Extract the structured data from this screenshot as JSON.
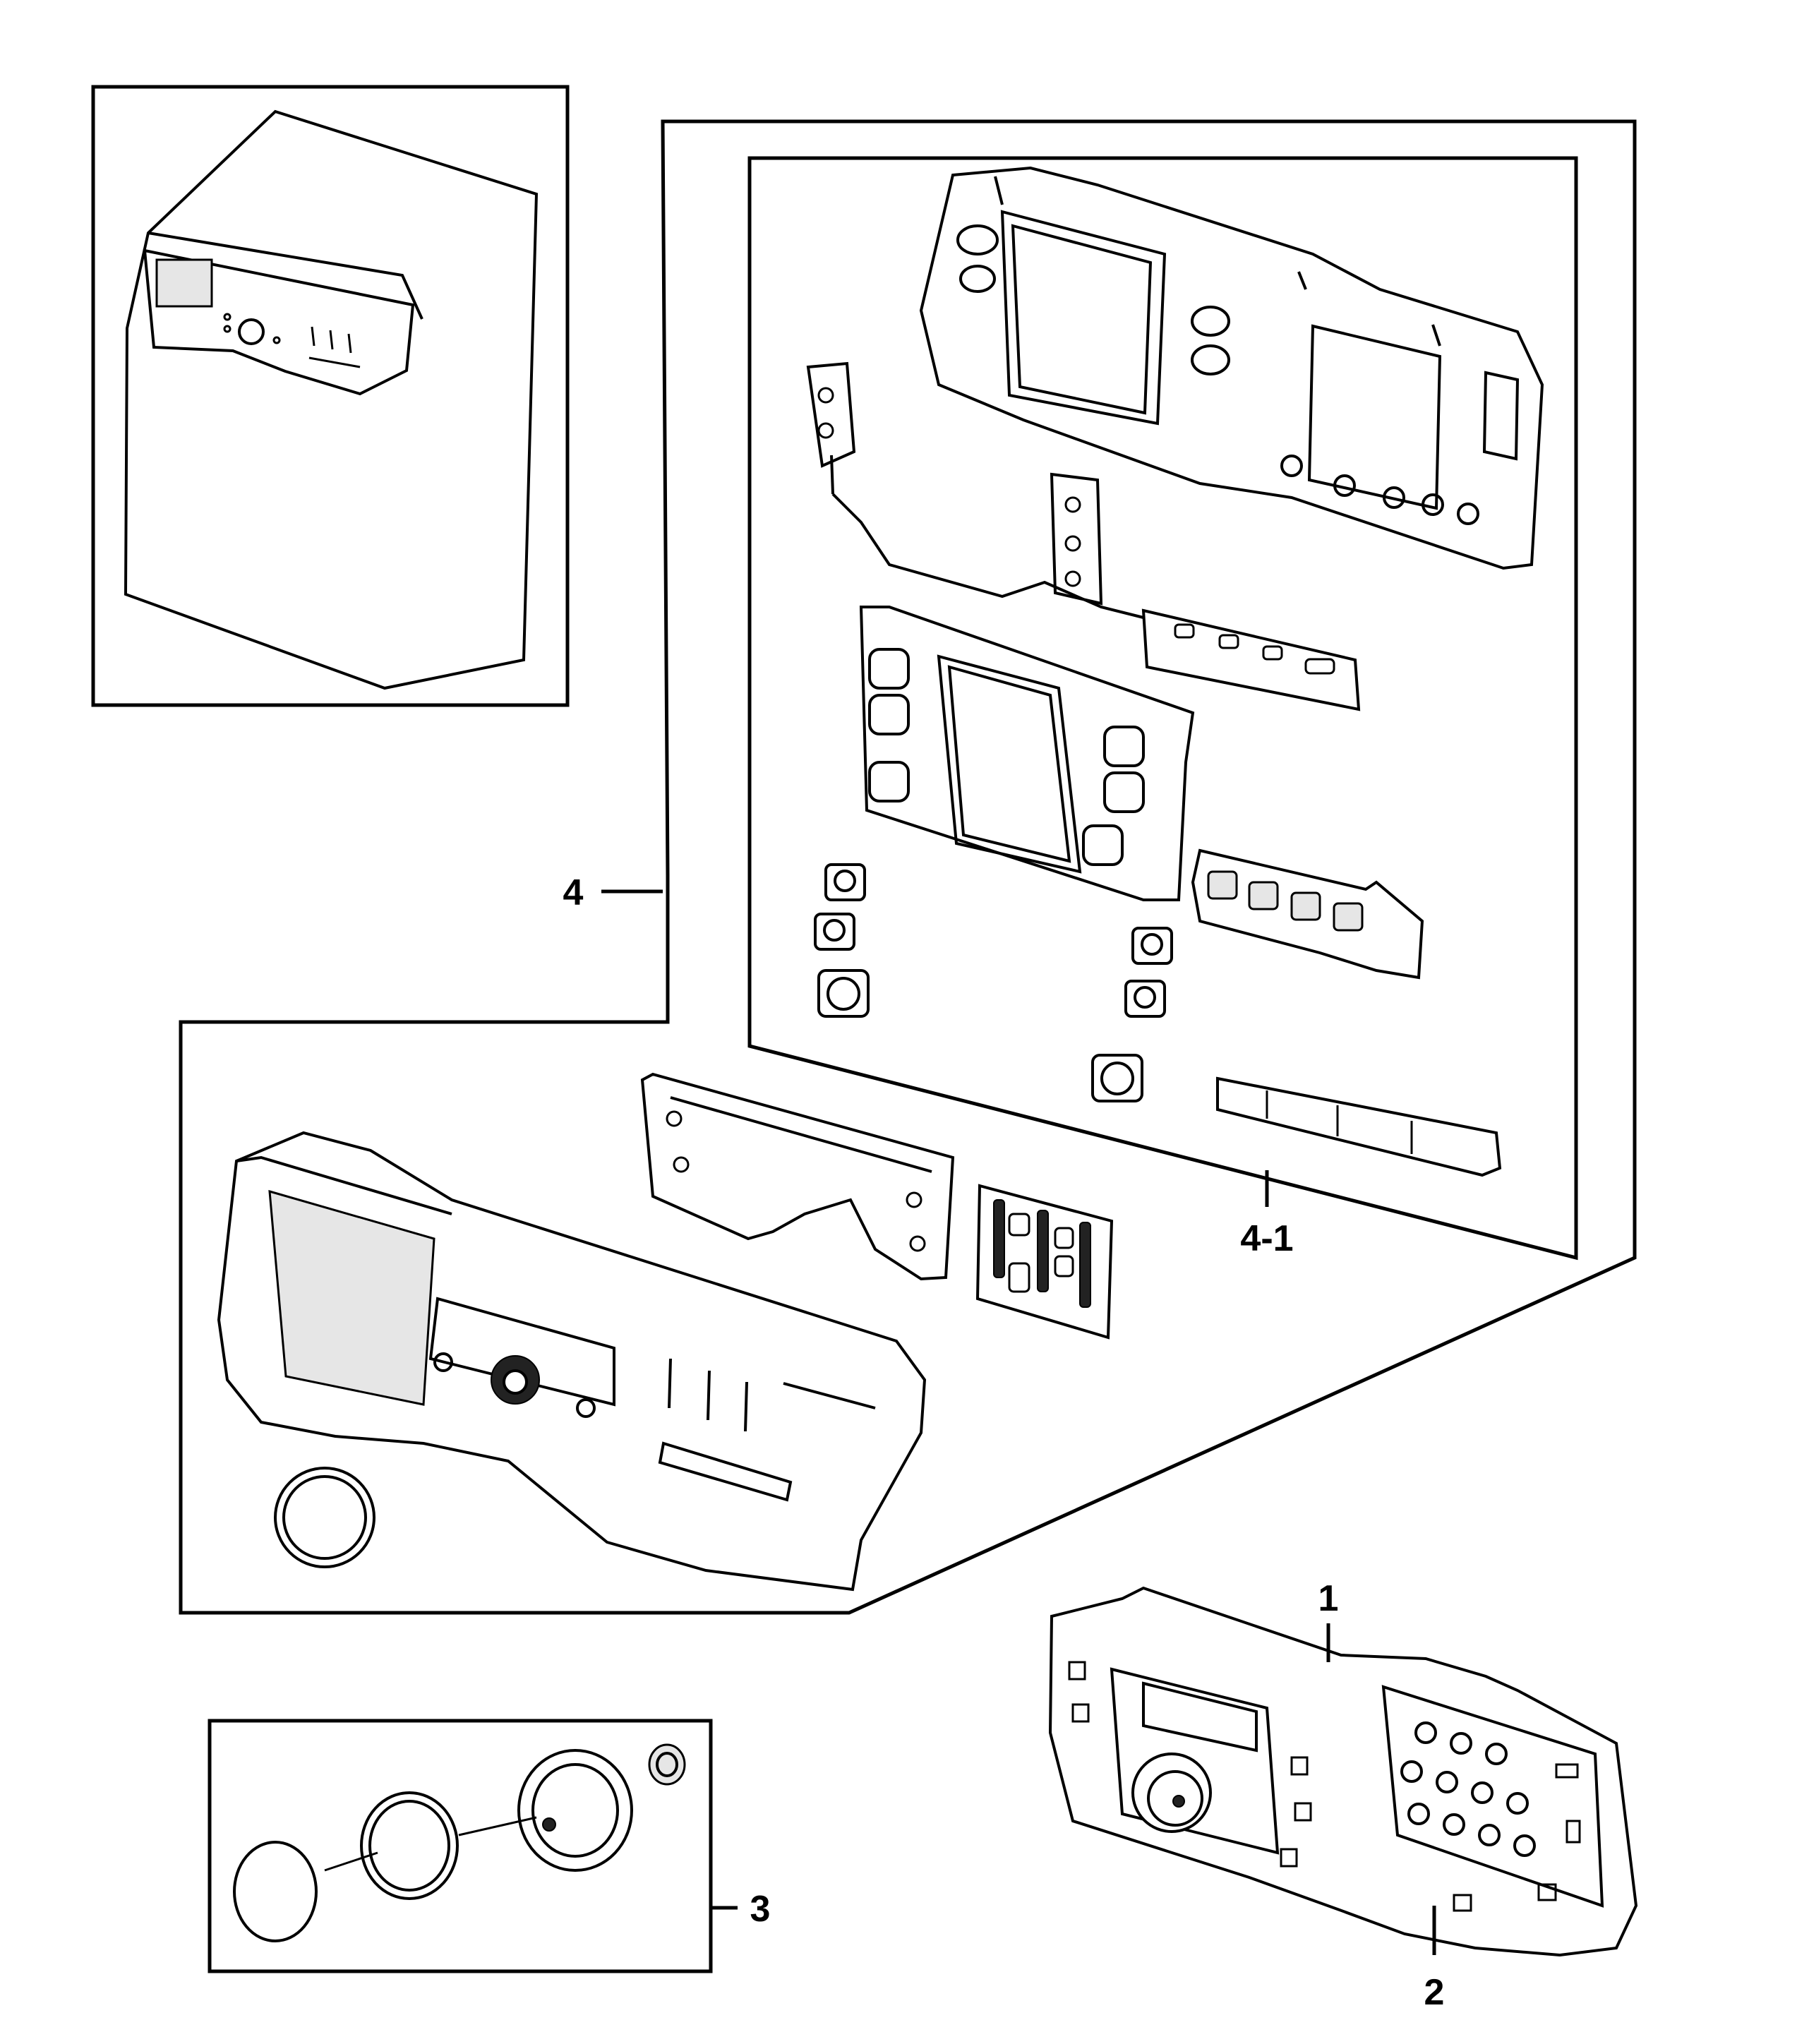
{
  "labels": {
    "part_4": "4",
    "part_4_1": "4-1",
    "part_1": "1",
    "part_2": "2",
    "part_3": "3"
  },
  "colors": {
    "line": "#000000",
    "background": "#ffffff",
    "shade": "#e6e6e6"
  }
}
